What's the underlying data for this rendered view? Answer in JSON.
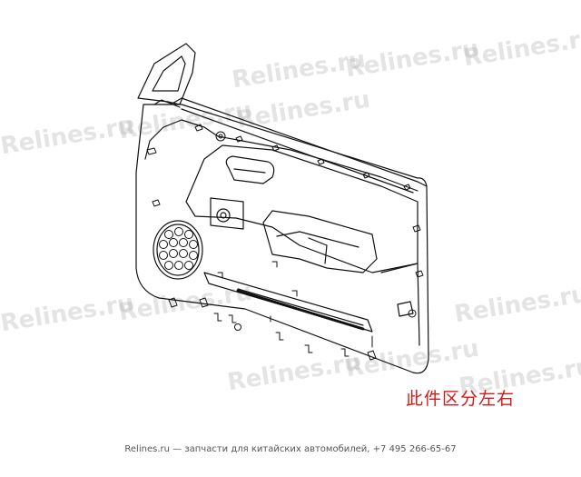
{
  "watermarks": [
    "Relines.ru",
    "Relines.ru",
    "Relines.ru",
    "Relines.ru",
    "Relines.ru",
    "Relines.ru",
    "Relines.ru",
    "Relines.ru",
    "Relines.ru",
    "Relines.ru",
    "Relines.ru",
    "Relines.ru"
  ],
  "diagram": {
    "note": "此件区分左右"
  },
  "footer": {
    "brand": "Relines.ru",
    "separator": " — ",
    "text": "запчасти для китайских автомобилей, +7 495 266-65-67"
  }
}
